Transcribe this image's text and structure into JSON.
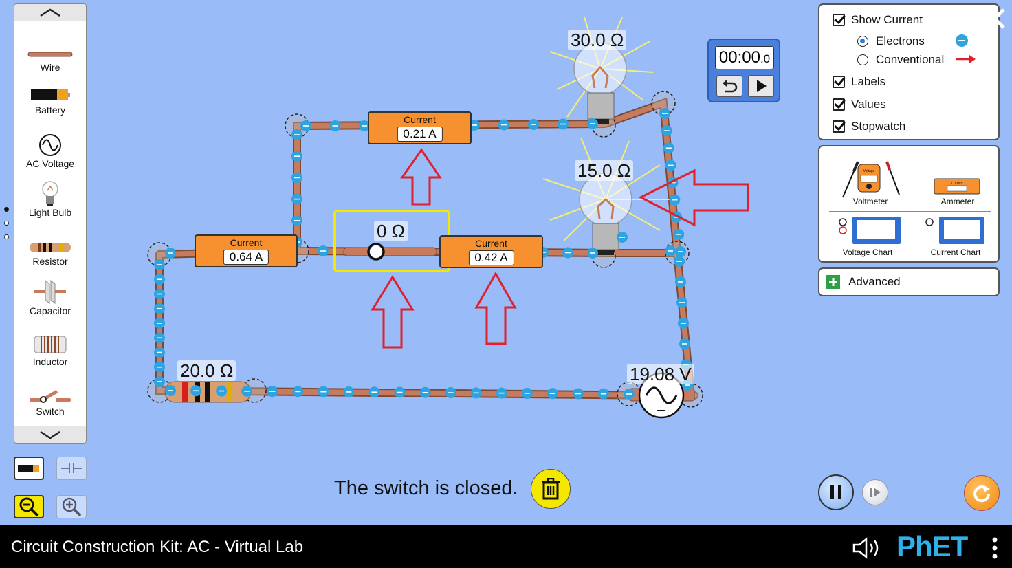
{
  "toolbox": {
    "items": [
      {
        "label": "Wire"
      },
      {
        "label": "Battery"
      },
      {
        "label": "AC Voltage"
      },
      {
        "label": "Light Bulb"
      },
      {
        "label": "Resistor"
      },
      {
        "label": "Capacitor"
      },
      {
        "label": "Inductor"
      },
      {
        "label": "Switch"
      }
    ]
  },
  "circuit": {
    "bulb_top_resistance": "30.0 Ω",
    "bulb_mid_resistance": "15.0 Ω",
    "switch_resistance": "0 Ω",
    "resistor_resistance": "20.0 Ω",
    "source_voltage": "19.08 V",
    "ammeter_top": {
      "title": "Current",
      "reading": "0.21 A"
    },
    "ammeter_left": {
      "title": "Current",
      "reading": "0.64 A"
    },
    "ammeter_mid": {
      "title": "Current",
      "reading": "0.42 A"
    }
  },
  "stopwatch": {
    "time": "00:00",
    "hundredths": ".0"
  },
  "controls": {
    "show_current": "Show Current",
    "electrons": "Electrons",
    "conventional": "Conventional",
    "labels": "Labels",
    "values": "Values",
    "stopwatch": "Stopwatch"
  },
  "tools": {
    "voltmeter": "Voltmeter",
    "ammeter": "Ammeter",
    "voltage_chart": "Voltage Chart",
    "current_chart": "Current Chart",
    "voltmeter_badge": "Voltage",
    "ammeter_badge": "Current"
  },
  "advanced": {
    "label": "Advanced"
  },
  "status": {
    "message": "The switch is closed."
  },
  "navbar": {
    "title": "Circuit Construction Kit: AC - Virtual Lab",
    "logo": "PhET"
  },
  "colors": {
    "background": "#99bbf8",
    "wire": "#c87a5c",
    "electron": "#2fa3e0",
    "ammeter": "#f7902e",
    "highlight": "#f5e800",
    "annotation": "#e0202a"
  }
}
